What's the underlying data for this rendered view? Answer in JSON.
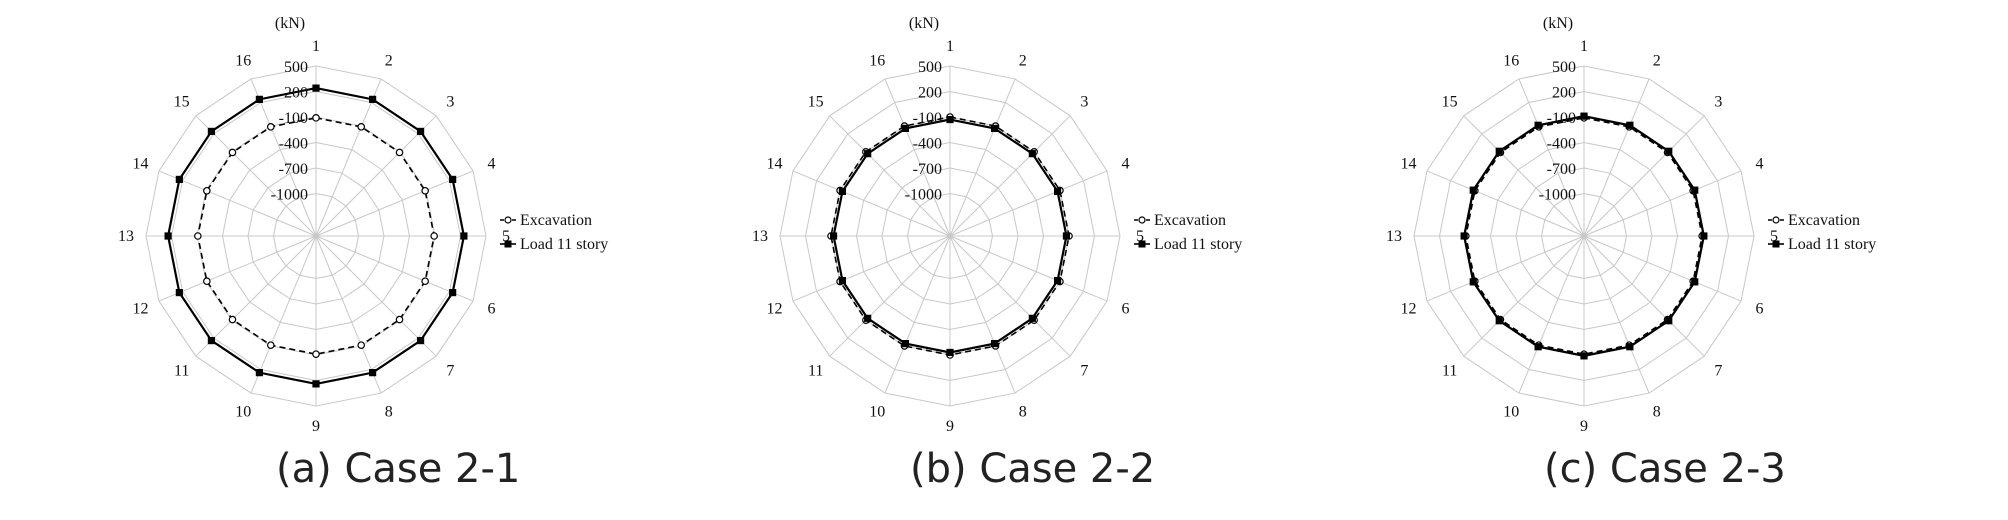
{
  "chart_data": [
    {
      "type": "radar",
      "caption": "(a) Case 2-1",
      "unit": "(kN)",
      "categories": [
        "1",
        "2",
        "3",
        "4",
        "5",
        "6",
        "7",
        "8",
        "9",
        "10",
        "11",
        "12",
        "13",
        "14",
        "15",
        "16"
      ],
      "axis_ticks": [
        "500",
        "200",
        "-100",
        "-400",
        "-700",
        "-1000"
      ],
      "ylim": [
        -1000,
        500
      ],
      "series": [
        {
          "name": "Excavation",
          "values": [
            -110,
            -110,
            -110,
            -110,
            -110,
            -110,
            -110,
            -110,
            -110,
            -110,
            -110,
            -110,
            -110,
            -110,
            -110,
            -110
          ]
        },
        {
          "name": "Load 11 story",
          "values": [
            240,
            240,
            240,
            240,
            240,
            240,
            240,
            240,
            240,
            240,
            240,
            240,
            240,
            240,
            240,
            240
          ]
        }
      ]
    },
    {
      "type": "radar",
      "caption": "(b) Case 2-2",
      "unit": "(kN)",
      "categories": [
        "1",
        "2",
        "3",
        "4",
        "5",
        "6",
        "7",
        "8",
        "9",
        "10",
        "11",
        "12",
        "13",
        "14",
        "15",
        "16"
      ],
      "axis_ticks": [
        "500",
        "200",
        "-100",
        "-400",
        "-700",
        "-1000"
      ],
      "ylim": [
        -1000,
        500
      ],
      "series": [
        {
          "name": "Excavation",
          "values": [
            -100,
            -100,
            -100,
            -100,
            -100,
            -100,
            -100,
            -100,
            -100,
            -100,
            -100,
            -100,
            -100,
            -100,
            -100,
            -100
          ]
        },
        {
          "name": "Load 11 story",
          "values": [
            -130,
            -130,
            -130,
            -130,
            -130,
            -130,
            -130,
            -130,
            -130,
            -130,
            -130,
            -130,
            -130,
            -130,
            -130,
            -130
          ]
        }
      ]
    },
    {
      "type": "radar",
      "caption": "(c) Case 2-3",
      "unit": "(kN)",
      "categories": [
        "1",
        "2",
        "3",
        "4",
        "5",
        "6",
        "7",
        "8",
        "9",
        "10",
        "11",
        "12",
        "13",
        "14",
        "15",
        "16"
      ],
      "axis_ticks": [
        "500",
        "200",
        "-100",
        "-400",
        "-700",
        "-1000"
      ],
      "ylim": [
        -1000,
        500
      ],
      "series": [
        {
          "name": "Excavation",
          "values": [
            -110,
            -110,
            -110,
            -110,
            -110,
            -110,
            -110,
            -110,
            -110,
            -110,
            -110,
            -110,
            -110,
            -110,
            -110,
            -110
          ]
        },
        {
          "name": "Load 11 story",
          "values": [
            -90,
            -90,
            -90,
            -90,
            -90,
            -90,
            -90,
            -90,
            -90,
            -90,
            -90,
            -90,
            -90,
            -90,
            -90,
            -90
          ]
        }
      ]
    }
  ]
}
